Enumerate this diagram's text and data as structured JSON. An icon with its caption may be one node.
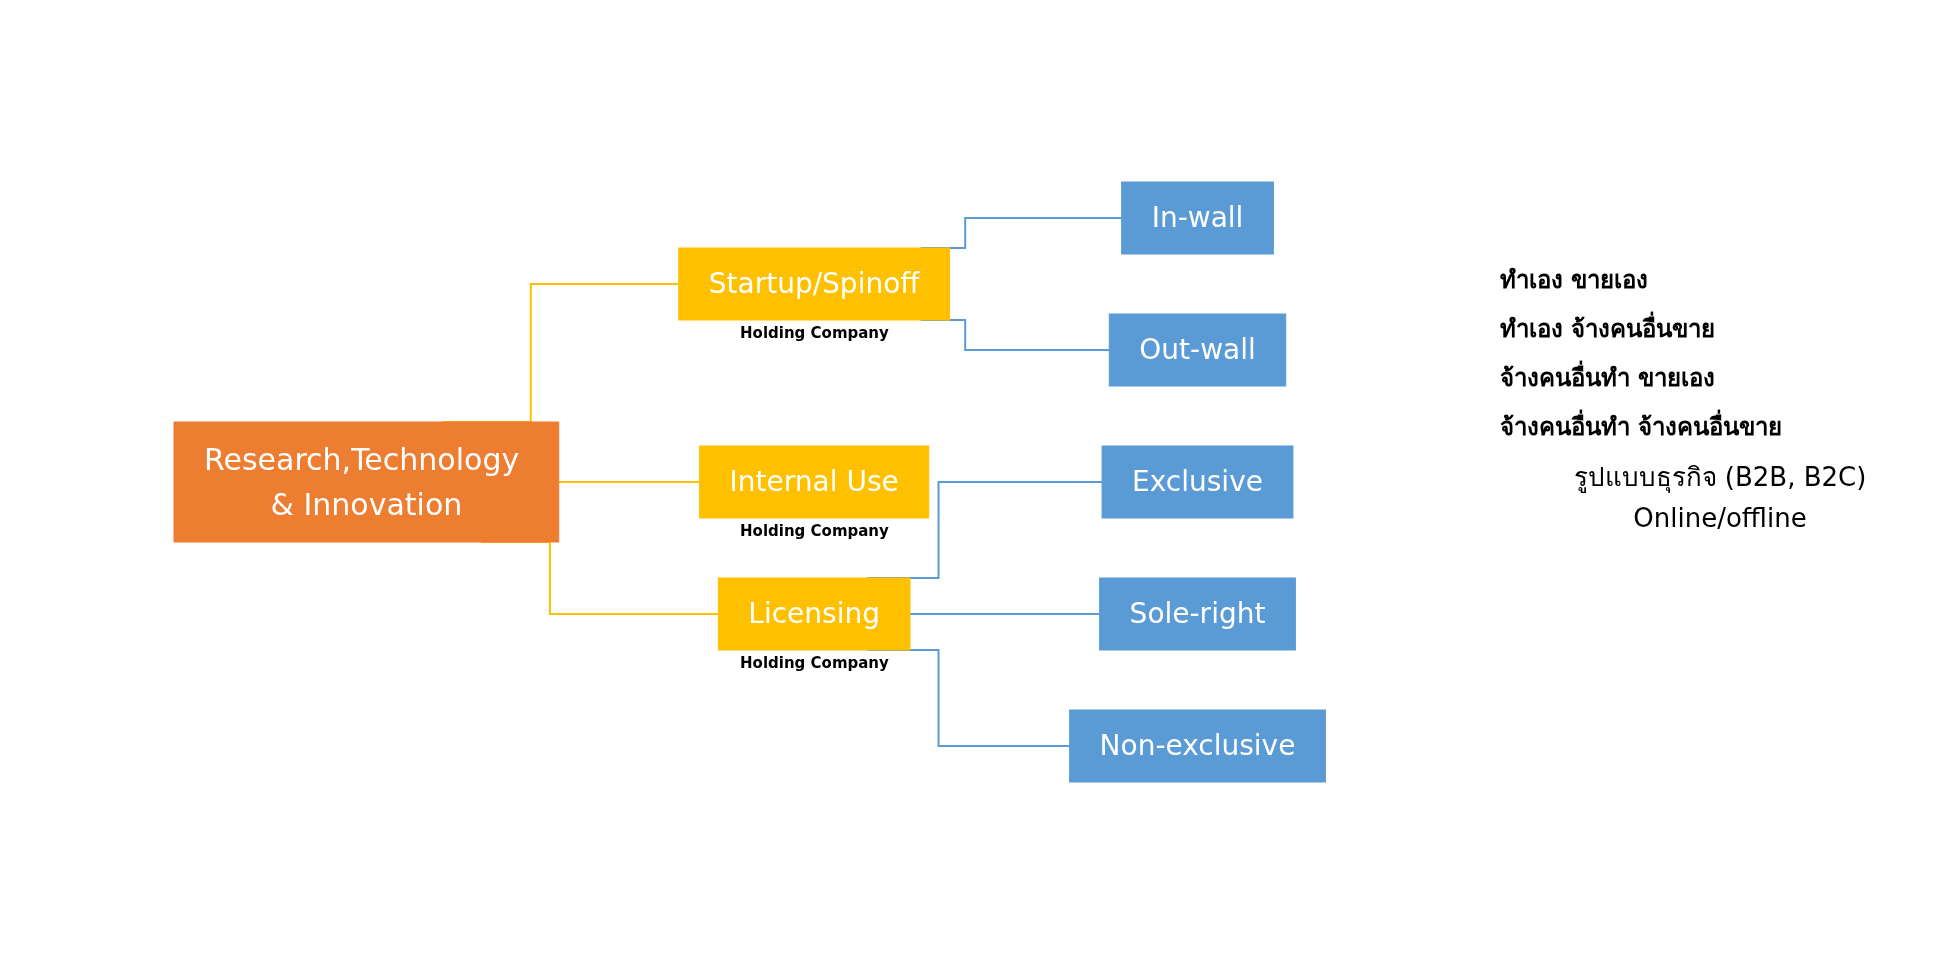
{
  "diagram": {
    "nodes": [
      {
        "text": [
          "Research,Technology & Innovation"
        ]
      },
      {
        "text": [
          "Startup/Spinoff"
        ],
        "beside": [
          "Holding Company"
        ]
      },
      {
        "text": [
          "Internal Use"
        ],
        "beside": [
          "Holding Company"
        ]
      },
      {
        "text": [
          "Licensing"
        ],
        "beside": [
          "Holding Company"
        ]
      },
      {
        "text": [
          "In-wall"
        ]
      },
      {
        "text": [
          "Out-wall"
        ]
      },
      {
        "text": [
          "Exclusive"
        ]
      },
      {
        "text": [
          "Sole-right"
        ]
      },
      {
        "text": [
          "Non-exclusive"
        ]
      }
    ],
    "edges": [
      {
        "from": 0,
        "to": 1,
        "arrow": "none",
        "color": "#ffc000"
      },
      {
        "from": 0,
        "to": 2,
        "arrow": "none",
        "color": "#ffc000"
      },
      {
        "from": 0,
        "to": 3,
        "arrow": "none",
        "color": "#ffc000"
      },
      {
        "from": 1,
        "to": 4,
        "arrow": "none"
      },
      {
        "from": 1,
        "to": 5,
        "arrow": "none"
      },
      {
        "from": 3,
        "to": 6,
        "arrow": "none"
      },
      {
        "from": 3,
        "to": 7,
        "arrow": "none"
      },
      {
        "from": 3,
        "to": 8,
        "arrow": "none"
      }
    ],
    "labels": [
      "ทำเอง ขายเอง",
      "ทำเอง จ้างคนอื่นขาย",
      "จ้างคนอื่นทำ ขายเอง",
      "จ้างคนอื่นทำ จ้างคนอื่นขาย",
      "รูปแบบธุรกิจ (B2B, B2C)",
      "Online/offline"
    ]
  }
}
